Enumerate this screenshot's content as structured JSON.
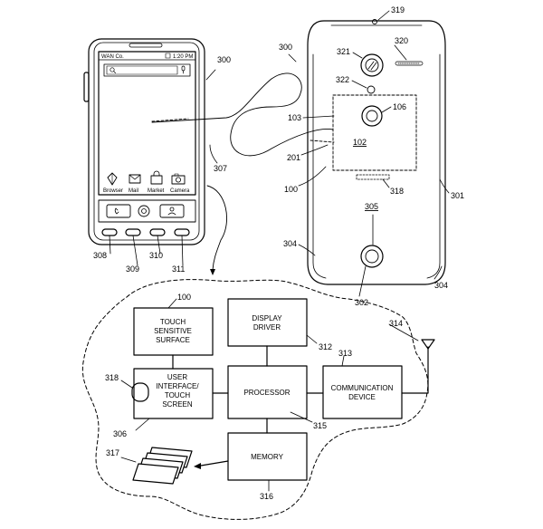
{
  "colors": {
    "ink": "#000000",
    "paper": "#ffffff"
  },
  "front_phone": {
    "status_carrier": "WAN Co.",
    "status_time": "1:20 PM",
    "app_labels": [
      "Browser",
      "Mail",
      "Market",
      "Camera"
    ],
    "icons": [
      "phone-icon",
      "home-icon",
      "contacts-icon",
      "search-icon",
      "mic-icon",
      "browser-icon",
      "mail-icon",
      "market-icon",
      "camera-icon"
    ]
  },
  "refs": {
    "r300a": "300",
    "r300b": "300",
    "r319": "319",
    "r320": "320",
    "r321": "321",
    "r322": "322",
    "r106": "106",
    "r103": "103",
    "r102": "102",
    "r201": "201",
    "r307": "307",
    "r100a": "100",
    "r318a": "318",
    "r301": "301",
    "r305": "305",
    "r304a": "304",
    "r304b": "304",
    "r302": "302",
    "r308": "308",
    "r309": "309",
    "r310": "310",
    "r311": "311",
    "r100b": "100",
    "r314": "314",
    "r312": "312",
    "r313": "313",
    "r318b": "318",
    "r306": "306",
    "r315": "315",
    "r317": "317",
    "r316": "316"
  },
  "blocks": {
    "touch_surface": [
      "TOUCH",
      "SENSITIVE",
      "SURFACE"
    ],
    "display_driver": [
      "DISPLAY",
      "DRIVER"
    ],
    "user_interface": [
      "USER",
      "INTERFACE/",
      "TOUCH",
      "SCREEN"
    ],
    "processor": [
      "PROCESSOR"
    ],
    "communication": [
      "COMMUNICATION",
      "DEVICE"
    ],
    "memory": [
      "MEMORY"
    ]
  }
}
